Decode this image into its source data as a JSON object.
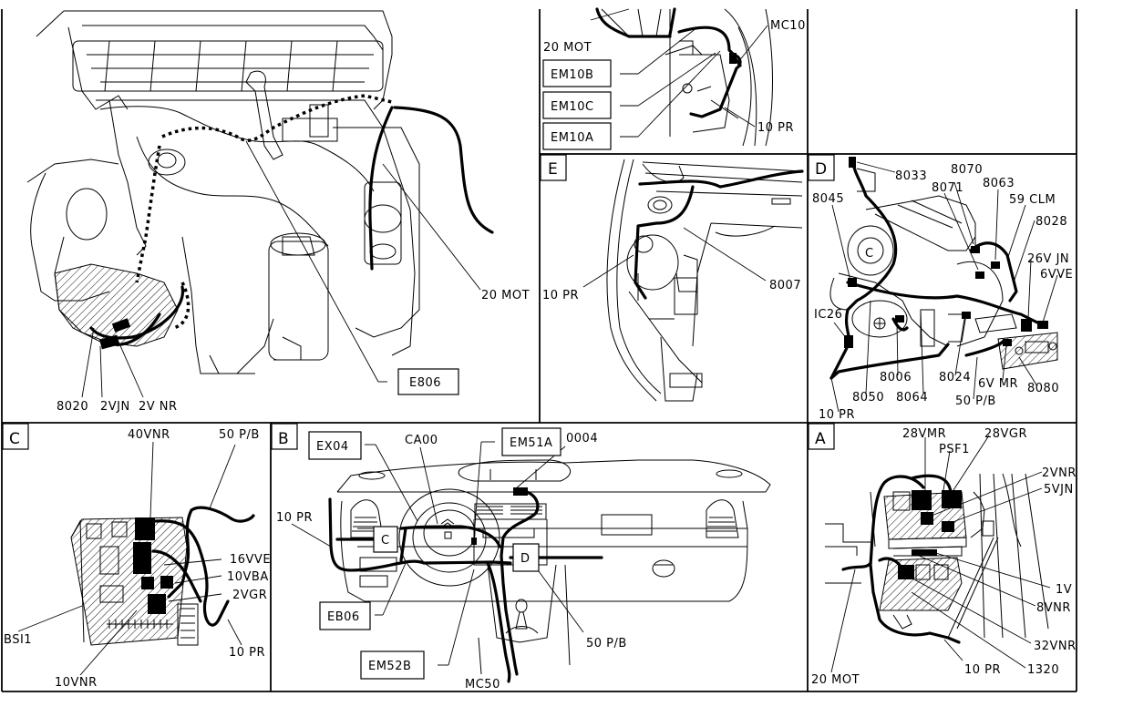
{
  "diagram": {
    "type": "wiring-harness-location-sheet",
    "panels": {
      "engine": {
        "labels": [
          "8020",
          "2VJN",
          "2V NR",
          "20 MOT"
        ],
        "boxed_labels": [
          "E806"
        ]
      },
      "top_center": {
        "labels": [
          "20 MOT",
          "MC10",
          "10 PR"
        ],
        "boxed_labels": [
          "EM10B",
          "EM10C",
          "EM10A"
        ]
      },
      "E": {
        "tag": "E",
        "labels": [
          "10 PR",
          "8007"
        ]
      },
      "D": {
        "tag": "D",
        "labels": [
          "8033",
          "8070",
          "8063",
          "8071",
          "59 CLM",
          "8045",
          "8028",
          "26V JN",
          "6VVE",
          "IC26",
          "8006",
          "8024",
          "6V MR",
          "8080",
          "8050",
          "8064",
          "50 P/B",
          "10 PR"
        ],
        "inner_tag": "C"
      },
      "C": {
        "tag": "C",
        "labels": [
          "40VNR",
          "50 P/B",
          "16VVE",
          "10VBA",
          "2VGR",
          "BSI1",
          "10 PR",
          "10VNR"
        ]
      },
      "B": {
        "tag": "B",
        "labels": [
          "CA00",
          "0004",
          "10 PR",
          "50 P/B",
          "MC50"
        ],
        "boxed_labels": [
          "EX04",
          "EM51A",
          "EB06",
          "EM52B"
        ],
        "inner_tags": [
          "C",
          "D"
        ]
      },
      "A": {
        "tag": "A",
        "labels": [
          "28VMR",
          "28VGR",
          "PSF1",
          "2VNR",
          "5VJN",
          "1V",
          "8VNR",
          "32VNR",
          "20 MOT",
          "10 PR",
          "1320"
        ]
      }
    }
  }
}
